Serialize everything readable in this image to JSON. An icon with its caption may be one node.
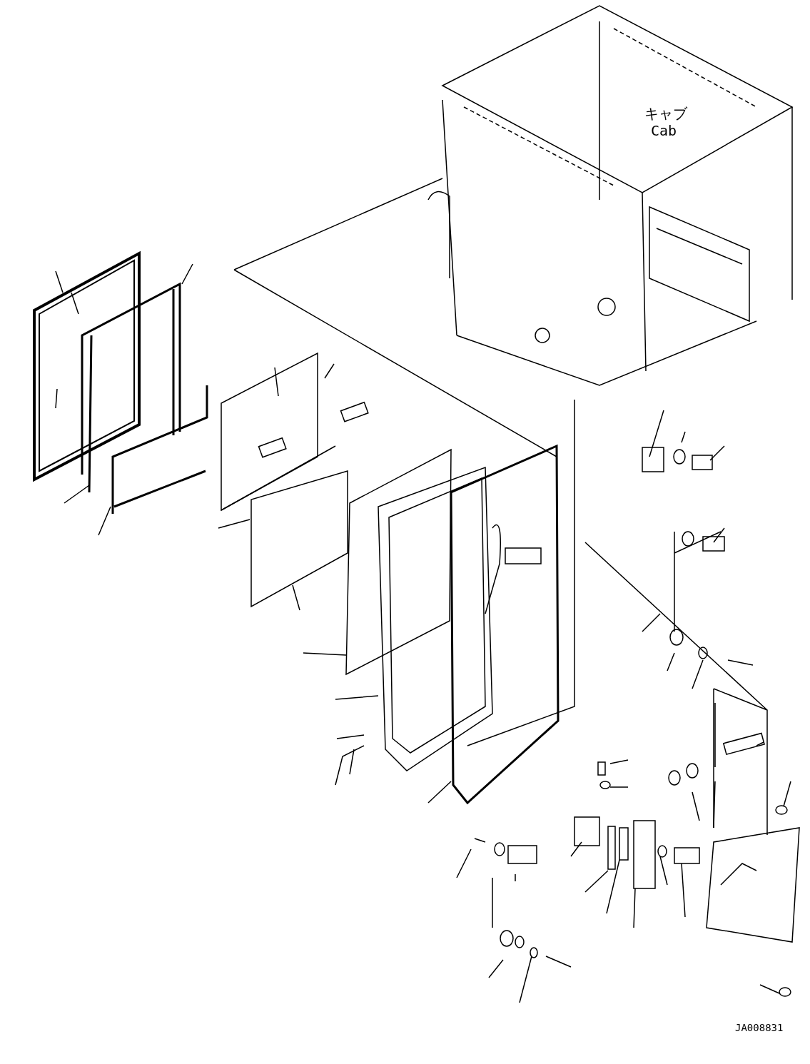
{
  "diagram": {
    "labels": [
      "キャブ",
      "Cab",
      "JA008831"
    ]
  }
}
